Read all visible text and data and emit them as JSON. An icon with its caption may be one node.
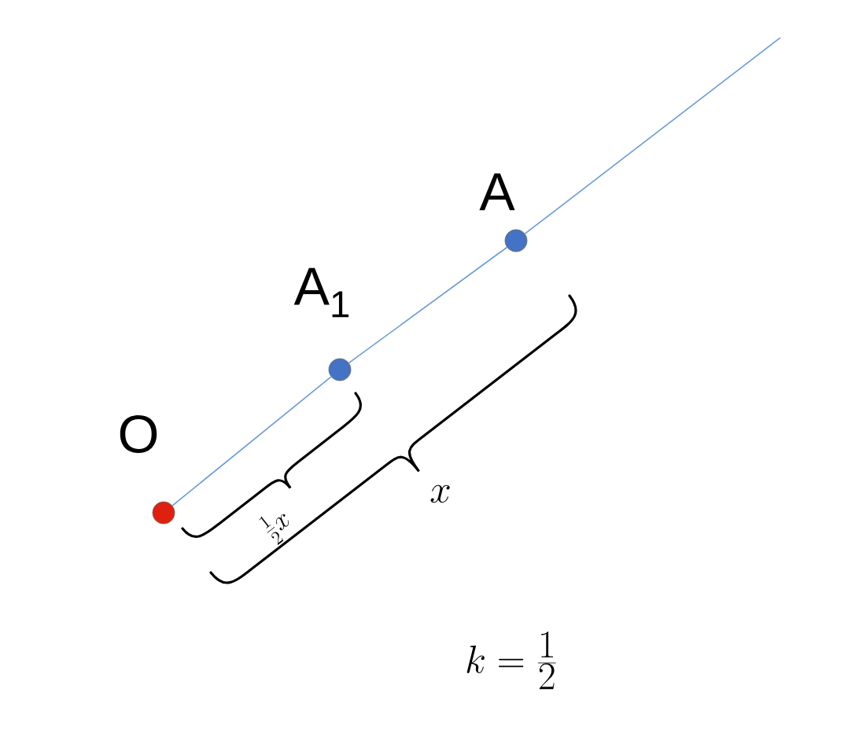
{
  "diagram": {
    "nodes": [
      {
        "text": [],
        "shape": "circle",
        "beside": [
          "O"
        ]
      },
      {
        "text": [],
        "shape": "circle",
        "beside": [
          "A$_{1}$"
        ]
      },
      {
        "text": [],
        "shape": "circle",
        "beside": [
          "A"
        ]
      }
    ],
    "edges": [
      {
        "from": 0,
        "to": 1,
        "arrow": "none"
      },
      {
        "from": 1,
        "to": 2,
        "arrow": "none"
      },
      {
        "from": 2,
        "to": null,
        "arrow": "none"
      }
    ],
    "labels": [
      "\\frac{1}{2}x",
      "x",
      "k = \\frac{1}{2}"
    ]
  }
}
